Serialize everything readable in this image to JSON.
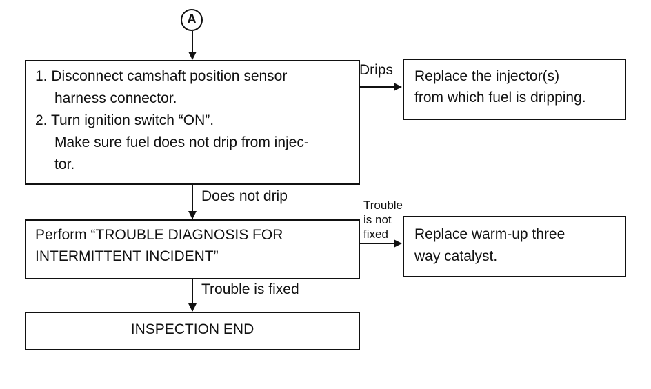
{
  "connector": {
    "label": "A"
  },
  "step1": {
    "lines": [
      "1. Disconnect camshaft position sensor",
      "harness connector.",
      "2. Turn ignition switch “ON”.",
      "Make sure fuel does not drip from injec-",
      "tor."
    ]
  },
  "branch1": {
    "label": "Drips"
  },
  "result1": {
    "lines": [
      "Replace the injector(s)",
      "from which fuel is dripping."
    ]
  },
  "down1": {
    "label": "Does not drip"
  },
  "step2": {
    "lines": [
      "Perform “TROUBLE DIAGNOSIS FOR",
      "INTERMITTENT INCIDENT”"
    ]
  },
  "branch2": {
    "lines": [
      "Trouble",
      "is not",
      "fixed"
    ]
  },
  "result2": {
    "lines": [
      "Replace warm-up three",
      "way catalyst."
    ]
  },
  "down2": {
    "label": "Trouble is fixed"
  },
  "end": {
    "label": "INSPECTION END"
  }
}
